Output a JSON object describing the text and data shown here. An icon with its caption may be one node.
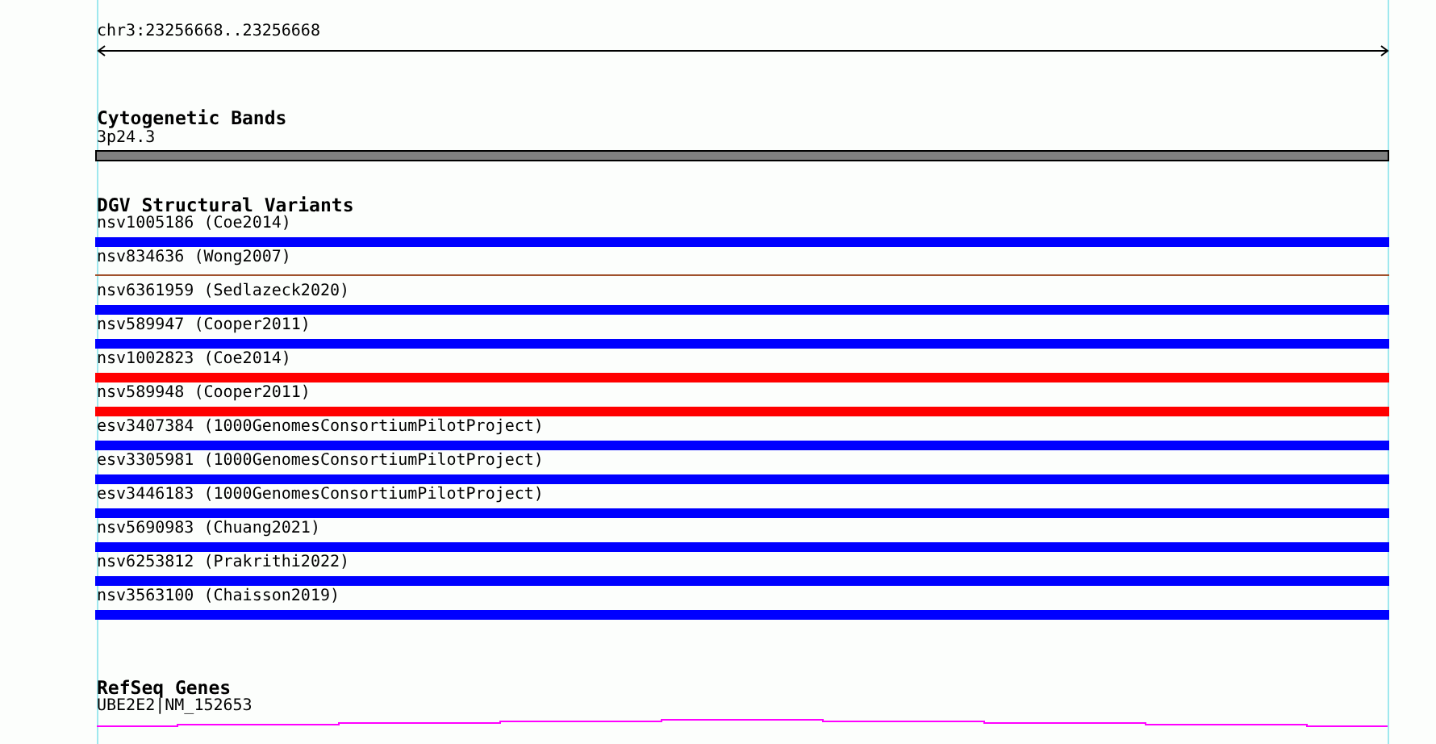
{
  "diagram": {
    "labels": [
      "chr3:23256668..23256668",
      "Cytogenetic Bands",
      "3p24.3",
      "DGV Structural Variants",
      "nsv1005186 (Coe2014)",
      "nsv834636 (Wong2007)",
      "nsv6361959 (Sedlazeck2020)",
      "nsv589947 (Cooper2011)",
      "nsv1002823 (Coe2014)",
      "nsv589948 (Cooper2011)",
      "esv3407384 (1000GenomesConsortiumPilotProject)",
      "esv3305981 (1000GenomesConsortiumPilotProject)",
      "esv3446183 (1000GenomesConsortiumPilotProject)",
      "nsv5690983 (Chuang2021)",
      "nsv6253812 (Prakrithi2022)",
      "nsv3563100 (Chaisson2019)",
      "RefSeq Genes",
      "UBE2E2|NM_152653"
    ]
  }
}
